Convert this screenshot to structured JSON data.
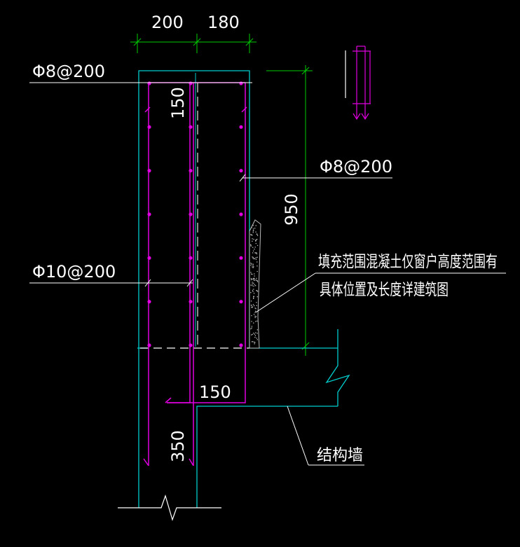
{
  "drawing": {
    "background": "#000000",
    "colors": {
      "rebar": "#e000e0",
      "outline": "#00cccc",
      "dimension": "#00cc00",
      "leader": "#ffffff",
      "text": "#ffffff",
      "fill_hatch": "#bbbbbb"
    },
    "dimensions": {
      "top_left_width": "200",
      "top_right_width": "180",
      "hook_length_top": "150",
      "height": "950",
      "hook_length_bottom": "150",
      "embed_length": "350"
    },
    "labels": {
      "rebar_top": "Φ8@200",
      "rebar_right": "Φ8@200",
      "rebar_left": "Φ10@200",
      "fill_note_line1": "填充范围混凝土仅窗户高度范围有",
      "fill_note_line2": "具体位置及长度详建筑图",
      "structural_wall": "结构墙"
    },
    "rebar_dots": {
      "rows": 7,
      "columns": 3
    }
  }
}
